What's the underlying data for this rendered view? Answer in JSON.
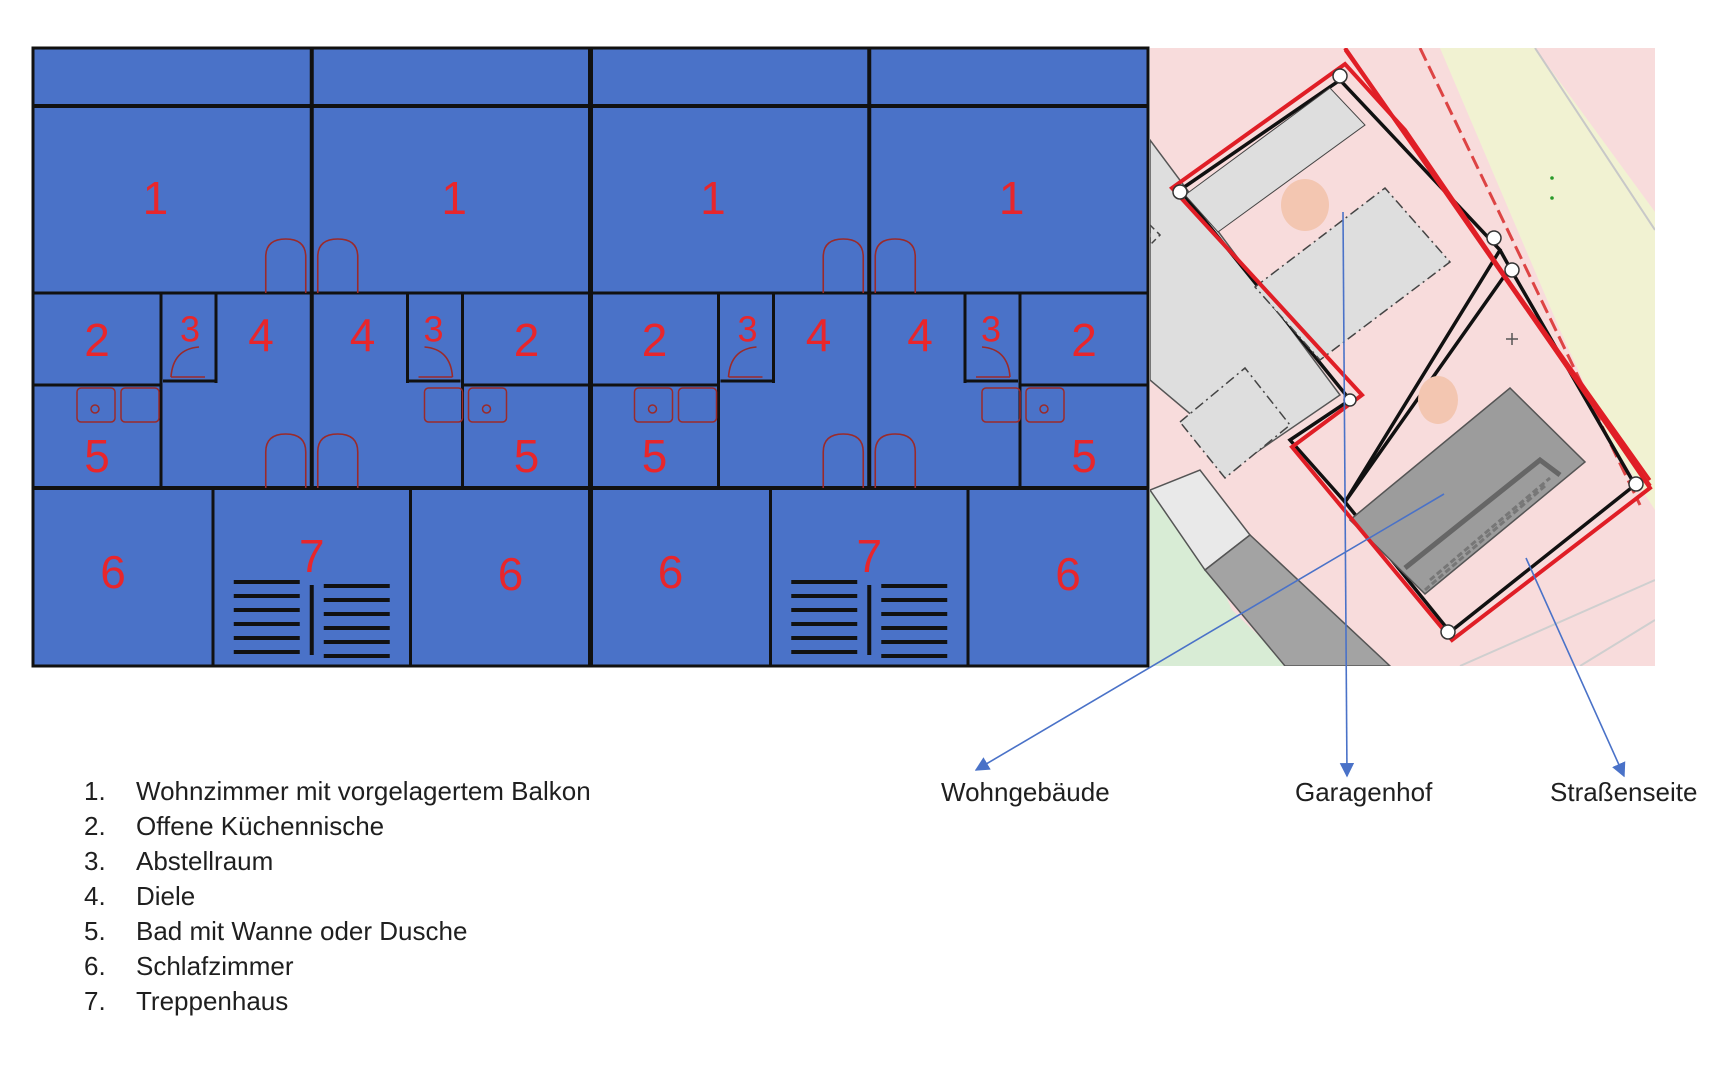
{
  "colors": {
    "plan_fill": "#4a72c8",
    "room_number": "#e8262b",
    "lines": "#111111",
    "door_arc": "#9b2a2a",
    "site_pink": "#f8dcdc",
    "site_green": "#d8ecd5",
    "site_yellow": "#f1f2d2",
    "building_grey": "#dedede",
    "garage_grey": "#a3a3a3",
    "boundary_red": "#e01e26",
    "arrow_blue": "#4a72c8"
  },
  "legend": [
    {
      "number": "1.",
      "text": "Wohnzimmer mit vorgelagertem Balkon"
    },
    {
      "number": "2.",
      "text": "Offene Küchennische"
    },
    {
      "number": "3.",
      "text": "Abstellraum"
    },
    {
      "number": "4.",
      "text": "Diele"
    },
    {
      "number": "5.",
      "text": "Bad mit Wanne oder Dusche"
    },
    {
      "number": "6.",
      "text": "Schlafzimmer"
    },
    {
      "number": "7.",
      "text": "Treppenhaus"
    }
  ],
  "callouts": {
    "residential": "Wohngebäude",
    "garage_yard": "Garagenhof",
    "street_side": "Straßenseite"
  },
  "room_labels": {
    "r1": "1",
    "r2": "2",
    "r3": "3",
    "r4": "4",
    "r5": "5",
    "r6": "6",
    "r7": "7"
  }
}
